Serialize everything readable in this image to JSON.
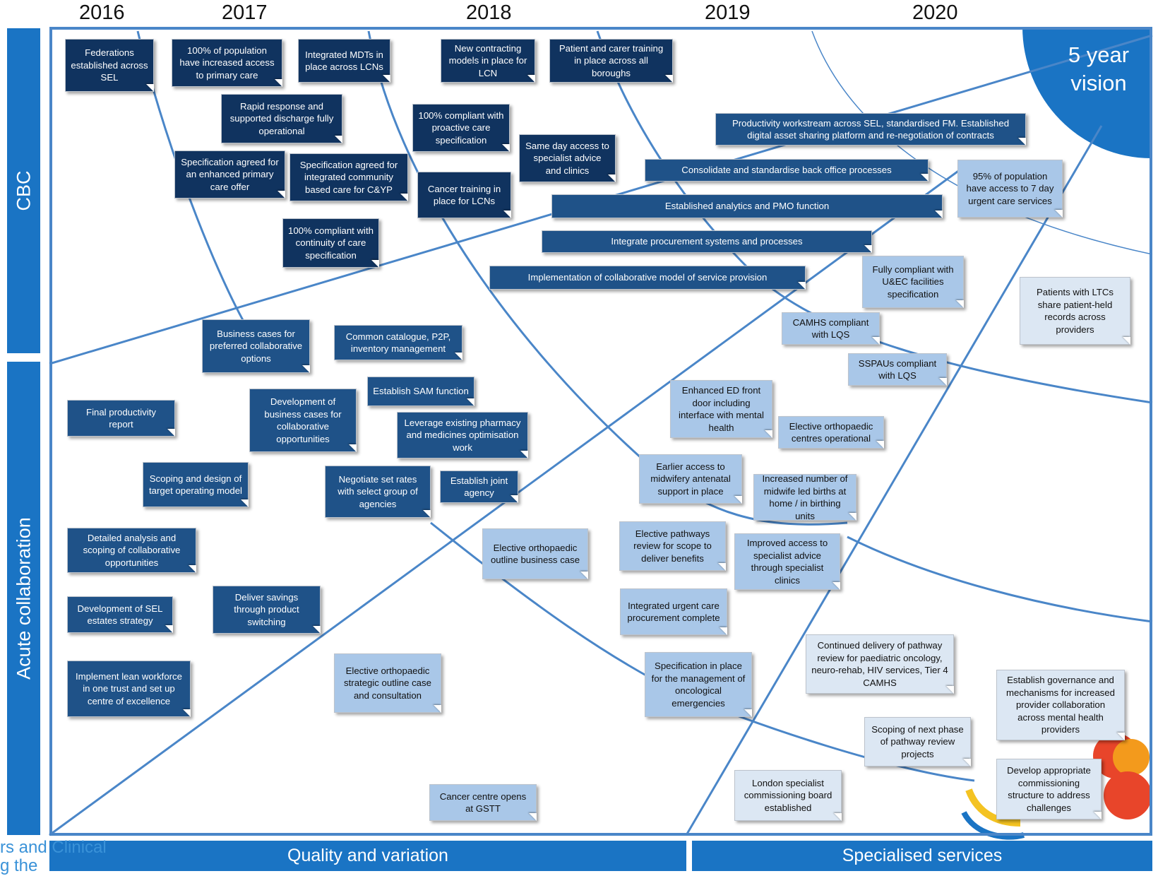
{
  "years": [
    "2016",
    "2017",
    "2018",
    "2019",
    "2020"
  ],
  "vision": {
    "line1": "5 year",
    "line2": "vision"
  },
  "sections": {
    "cbc": "CBC",
    "acute": "Acute collaboration",
    "quality": "Quality and variation",
    "specialised": "Specialised services"
  },
  "cut_text": {
    "line1": "rs and Clinical",
    "line2": "g the"
  },
  "colors": {
    "frame": "#4a86c8",
    "bar": "#1a74c4",
    "dark_card": "#10335f",
    "mid_card": "#1f5288",
    "light_card": "#a9c7e8",
    "pale_card": "#dce7f3"
  },
  "cards": [
    {
      "id": "federations",
      "text": "Federations established across SEL",
      "style": "dark"
    },
    {
      "id": "primary-access",
      "text": "100% of population have increased access to primary care",
      "style": "dark"
    },
    {
      "id": "mdts",
      "text": "Integrated MDTs in place across LCNs",
      "style": "dark"
    },
    {
      "id": "contracting",
      "text": "New contracting models in place for LCN",
      "style": "dark"
    },
    {
      "id": "carer-training",
      "text": "Patient and carer training in place across all boroughs",
      "style": "dark"
    },
    {
      "id": "rapid-response",
      "text": "Rapid response and supported discharge fully operational",
      "style": "dark"
    },
    {
      "id": "proactive-care",
      "text": "100% compliant with proactive care specification",
      "style": "dark"
    },
    {
      "id": "same-day",
      "text": "Same day access to specialist advice and clinics",
      "style": "dark"
    },
    {
      "id": "enhanced-primary",
      "text": "Specification agreed for an enhanced primary care offer",
      "style": "dark"
    },
    {
      "id": "cyp-spec",
      "text": "Specification agreed for integrated community based care for C&YP",
      "style": "dark"
    },
    {
      "id": "cancer-training",
      "text": "Cancer training in place for LCNs",
      "style": "dark"
    },
    {
      "id": "continuity",
      "text": "100% compliant with continuity of care specification",
      "style": "dark"
    },
    {
      "id": "productivity",
      "text": "Productivity workstream across SEL, standardised FM. Established digital asset sharing platform and re-negotiation of contracts",
      "style": "mid"
    },
    {
      "id": "back-office",
      "text": "Consolidate and standardise back office processes",
      "style": "mid"
    },
    {
      "id": "urgent-care-95",
      "text": "95% of population have access to 7 day urgent care services",
      "style": "light"
    },
    {
      "id": "analytics",
      "text": "Established analytics and PMO function",
      "style": "mid"
    },
    {
      "id": "procurement",
      "text": "Integrate procurement systems and processes",
      "style": "mid"
    },
    {
      "id": "collab-model",
      "text": "Implementation of collaborative model of service provision",
      "style": "mid"
    },
    {
      "id": "uec",
      "text": "Fully compliant with U&EC facilities specification",
      "style": "light"
    },
    {
      "id": "ltc-records",
      "text": "Patients with LTCs share patient-held records across providers",
      "style": "pale"
    },
    {
      "id": "camhs",
      "text": "CAMHS compliant with LQS",
      "style": "light"
    },
    {
      "id": "sspau",
      "text": "SSPAUs compliant with LQS",
      "style": "light"
    },
    {
      "id": "business-cases",
      "text": "Business cases for preferred collaborative options",
      "style": "mid"
    },
    {
      "id": "catalogue",
      "text": "Common catalogue, P2P, inventory management",
      "style": "mid"
    },
    {
      "id": "sam",
      "text": "Establish SAM function",
      "style": "mid"
    },
    {
      "id": "final-productivity",
      "text": "Final productivity report",
      "style": "mid"
    },
    {
      "id": "dev-business-cases",
      "text": "Development of business cases for collaborative opportunities",
      "style": "mid"
    },
    {
      "id": "pharmacy",
      "text": "Leverage existing pharmacy and medicines optimisation work",
      "style": "mid"
    },
    {
      "id": "ed-front-door",
      "text": "Enhanced ED front door including interface with mental health",
      "style": "light"
    },
    {
      "id": "elective-ortho-centres",
      "text": "Elective orthopaedic centres operational",
      "style": "light"
    },
    {
      "id": "scoping-design",
      "text": "Scoping and design of target operating model",
      "style": "mid"
    },
    {
      "id": "negotiate-rates",
      "text": "Negotiate set rates with select group of agencies",
      "style": "mid"
    },
    {
      "id": "joint-agency",
      "text": "Establish joint agency",
      "style": "mid"
    },
    {
      "id": "midwifery",
      "text": "Earlier access to midwifery antenatal support in place",
      "style": "light"
    },
    {
      "id": "midwife-births",
      "text": "Increased number of midwife led births at home / in birthing units",
      "style": "light"
    },
    {
      "id": "detailed-analysis",
      "text": "Detailed analysis and scoping of collaborative opportunities",
      "style": "mid"
    },
    {
      "id": "ortho-outline",
      "text": "Elective orthopaedic outline business case",
      "style": "light"
    },
    {
      "id": "pathways-review",
      "text": "Elective pathways review for scope to deliver benefits",
      "style": "light"
    },
    {
      "id": "specialist-advice",
      "text": "Improved access to specialist advice through specialist clinics",
      "style": "light"
    },
    {
      "id": "estates",
      "text": "Development of SEL estates strategy",
      "style": "mid"
    },
    {
      "id": "product-switching",
      "text": "Deliver savings through product switching",
      "style": "mid"
    },
    {
      "id": "urgent-procurement",
      "text": "Integrated urgent care procurement complete",
      "style": "light"
    },
    {
      "id": "paediatric",
      "text": "Continued delivery of pathway review for paediatric oncology, neuro-rehab, HIV services, Tier 4 CAMHS",
      "style": "pale"
    },
    {
      "id": "lean-workforce",
      "text": "Implement lean workforce in one trust and set up centre of excellence",
      "style": "mid"
    },
    {
      "id": "ortho-strategic",
      "text": "Elective orthopaedic strategic outline case and consultation",
      "style": "light"
    },
    {
      "id": "oncological",
      "text": "Specification in place for the management of oncological emergencies",
      "style": "light"
    },
    {
      "id": "governance",
      "text": "Establish governance and mechanisms for increased provider collaboration across mental health providers",
      "style": "pale"
    },
    {
      "id": "next-phase",
      "text": "Scoping of next phase of pathway review projects",
      "style": "pale"
    },
    {
      "id": "commissioning-structure",
      "text": "Develop appropriate commissioning structure to address challenges",
      "style": "pale"
    },
    {
      "id": "london-board",
      "text": "London specialist commissioning board established",
      "style": "pale"
    },
    {
      "id": "cancer-centre",
      "text": "Cancer centre opens at GSTT",
      "style": "light"
    }
  ]
}
